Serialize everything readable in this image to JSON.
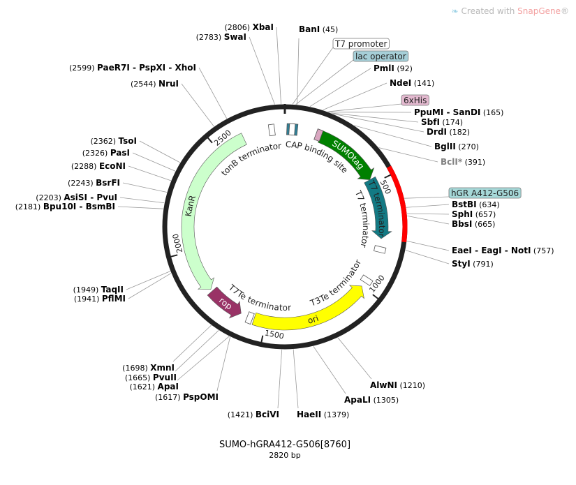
{
  "watermark": {
    "prefix": "Created with ",
    "brand": "SnapGene",
    "suffix": "®"
  },
  "plasmid": {
    "name": "SUMO-hGRA412-G506[8760]",
    "size_label": "2820 bp",
    "length": 2820
  },
  "colors": {
    "backbone": "#222222",
    "hgr": "#ff0000",
    "sumo": "#008000",
    "t7term": "#137a84",
    "ori": "#ffff00",
    "rop": "#993366",
    "kanr": "#ccffcc",
    "his": "#d9a6c0",
    "cap": "#2e7f96"
  },
  "ticks": [
    "500",
    "1000",
    "1500",
    "2000",
    "2500"
  ],
  "features": [
    {
      "name": "SUMOtag",
      "start": 168,
      "end": 478,
      "strand": 1,
      "color": "#008000",
      "text_color": "#ffffff"
    },
    {
      "name": "T7 terminator",
      "start": 478,
      "end": 760,
      "strand": 1,
      "color": "#137a84",
      "text_color": "#222222"
    },
    {
      "name": "ori",
      "start": 1000,
      "end": 1555,
      "strand": -1,
      "color": "#ffff00",
      "text_color": "#222222"
    },
    {
      "name": "rop",
      "start": 1620,
      "end": 1790,
      "strand": -1,
      "color": "#993366",
      "text_color": "#ffffff"
    },
    {
      "name": "KanR",
      "start": 1800,
      "end": 2625,
      "strand": -1,
      "color": "#ccffcc",
      "text_color": "#222222"
    }
  ],
  "small_features": [
    {
      "name": "CAP binding site",
      "pos": 22,
      "color": "#2e7f96"
    },
    {
      "name": "CAP binding site",
      "pos": 45,
      "color": "#2e7f96"
    },
    {
      "name": "lac operator",
      "pos": 33,
      "color": "#ffffff"
    },
    {
      "name": "6xHis",
      "pos": 158,
      "color": "#d9a6c0"
    },
    {
      "name": "T7 terminator",
      "pos": 810,
      "color": "#ffffff"
    },
    {
      "name": "T3Te terminator",
      "pos": 965,
      "color": "#ffffff"
    },
    {
      "name": "T7Te terminator",
      "pos": 1575,
      "color": "#ffffff"
    },
    {
      "name": "tonB terminator",
      "pos": 2760,
      "color": "#ffffff"
    }
  ],
  "inner_labels": [
    "CAP binding site",
    "T7 terminator",
    "T3Te terminator",
    "T7Te terminator",
    "tonB terminator"
  ],
  "boxed_labels": [
    {
      "name": "T7 promoter",
      "pos": 28,
      "color": "#ffffff"
    },
    {
      "name": "lac operator",
      "pos": 40,
      "color": "#a6cfd8"
    },
    {
      "name": "6xHis",
      "pos": 160,
      "color": "#e3b9cf"
    },
    {
      "name": "hGR A412-G506",
      "pos": 600,
      "color": "#a6d8d8"
    }
  ],
  "sites": [
    {
      "name": "BanI",
      "num": "(45)",
      "pos": 45
    },
    {
      "name": "PmlI",
      "num": "(92)",
      "pos": 92
    },
    {
      "name": "NdeI",
      "num": "(141)",
      "pos": 141
    },
    {
      "name": "PpuMI - SanDI",
      "num": "(165)",
      "pos": 165
    },
    {
      "name": "SbfI",
      "num": "(174)",
      "pos": 174
    },
    {
      "name": "DrdI",
      "num": "(182)",
      "pos": 182
    },
    {
      "name": "BglII",
      "num": "(270)",
      "pos": 270
    },
    {
      "name": "BclI*",
      "num": "(391)",
      "pos": 391,
      "gray": true
    },
    {
      "name": "BstBI",
      "num": "(634)",
      "pos": 634
    },
    {
      "name": "SphI",
      "num": "(657)",
      "pos": 657
    },
    {
      "name": "BbsI",
      "num": "(665)",
      "pos": 665
    },
    {
      "name": "EaeI - EagI - NotI",
      "num": "(757)",
      "pos": 757
    },
    {
      "name": "StyI",
      "num": "(791)",
      "pos": 791
    },
    {
      "name": "AlwNI",
      "num": "(1210)",
      "pos": 1210
    },
    {
      "name": "ApaLI",
      "num": "(1305)",
      "pos": 1305
    },
    {
      "name": "HaeII",
      "num": "(1379)",
      "pos": 1379
    },
    {
      "name": "BciVI",
      "num": "(1421)",
      "pos": 1421
    },
    {
      "name": "PspOMI",
      "num": "(1617)",
      "pos": 1617
    },
    {
      "name": "ApaI",
      "num": "(1621)",
      "pos": 1621
    },
    {
      "name": "PvuII",
      "num": "(1665)",
      "pos": 1665
    },
    {
      "name": "XmnI",
      "num": "(1698)",
      "pos": 1698
    },
    {
      "name": "PflMI",
      "num": "(1941)",
      "pos": 1941
    },
    {
      "name": "TaqII",
      "num": "(1949)",
      "pos": 1949
    },
    {
      "name": "Bpu10I - BsmBI",
      "num": "(2181)",
      "pos": 2181
    },
    {
      "name": "AsiSI - PvuI",
      "num": "(2203)",
      "pos": 2203
    },
    {
      "name": "BsrFI",
      "num": "(2243)",
      "pos": 2243
    },
    {
      "name": "EcoNI",
      "num": "(2288)",
      "pos": 2288
    },
    {
      "name": "PasI",
      "num": "(2326)",
      "pos": 2326
    },
    {
      "name": "TsoI",
      "num": "(2362)",
      "pos": 2362
    },
    {
      "name": "NruI",
      "num": "(2544)",
      "pos": 2544
    },
    {
      "name": "PaeR7I - PspXI - XhoI",
      "num": "(2599)",
      "pos": 2599
    },
    {
      "name": "SwaI",
      "num": "(2783)",
      "pos": 2783
    },
    {
      "name": "XbaI",
      "num": "(2806)",
      "pos": 2806
    }
  ]
}
